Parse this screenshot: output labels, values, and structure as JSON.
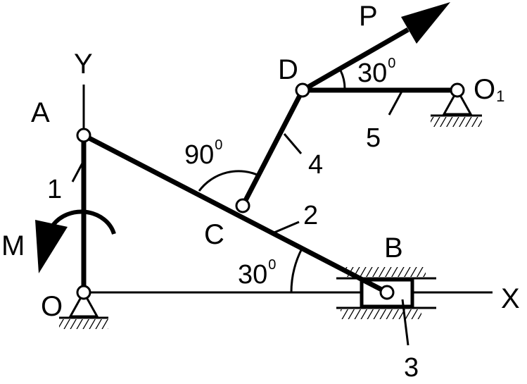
{
  "labels": {
    "origin": "O",
    "x_axis": "X",
    "y_axis": "Y",
    "point_a": "A",
    "point_b": "B",
    "point_c": "C",
    "point_d": "D",
    "pivot_o1_main": "O",
    "pivot_o1_sub": "1",
    "force": "P",
    "moment": "M"
  },
  "link_numbers": {
    "link_1": "1",
    "link_2": "2",
    "link_3": "3",
    "link_4": "4",
    "link_5": "5"
  },
  "angles": {
    "angle_b": {
      "value": "30",
      "mark": "0"
    },
    "angle_c": {
      "value": "90",
      "mark": "0"
    },
    "angle_d": {
      "value": "30",
      "mark": "0"
    }
  },
  "colors": {
    "ink": "#000000",
    "paper": "#ffffff"
  }
}
